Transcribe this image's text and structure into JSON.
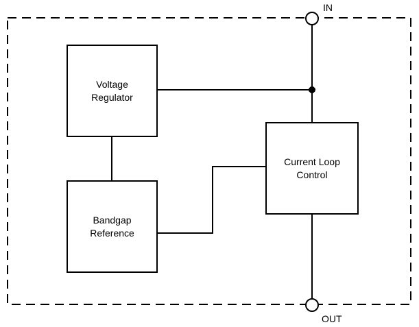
{
  "terminals": {
    "in": {
      "label": "IN"
    },
    "out": {
      "label": "OUT"
    }
  },
  "blocks": {
    "voltage_regulator": {
      "label": "Voltage Regulator"
    },
    "bandgap_reference": {
      "label": "Bandgap Reference"
    },
    "current_loop_control": {
      "label": "Current Loop Control"
    }
  },
  "connections": [
    {
      "from": "in-terminal",
      "to": "current-loop-control",
      "via": "vertical-bus"
    },
    {
      "from": "voltage-regulator",
      "to": "vertical-bus",
      "junction": true
    },
    {
      "from": "voltage-regulator",
      "to": "bandgap-reference"
    },
    {
      "from": "bandgap-reference",
      "to": "current-loop-control"
    },
    {
      "from": "current-loop-control",
      "to": "out-terminal"
    }
  ],
  "colors": {
    "line": "#000000",
    "background": "#ffffff"
  }
}
